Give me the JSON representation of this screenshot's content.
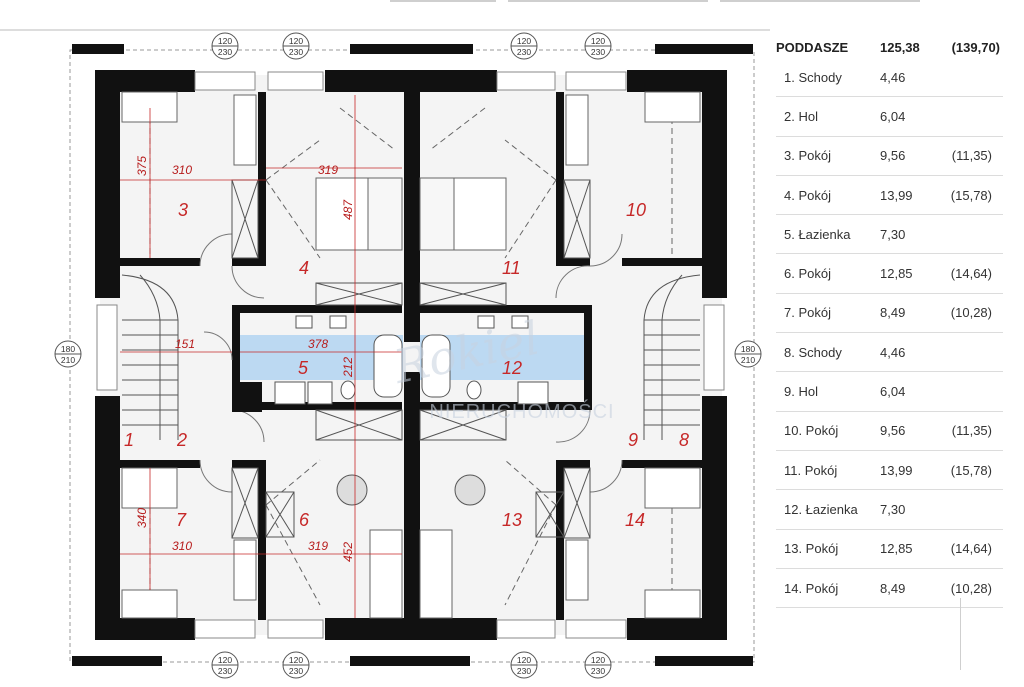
{
  "rooms_table": {
    "header": {
      "label": "PODDASZE",
      "area": "125,38",
      "area_total": "(139,70)"
    },
    "rows": [
      {
        "label": "1. Schody",
        "area": "4,46",
        "area_total": ""
      },
      {
        "label": "2. Hol",
        "area": "6,04",
        "area_total": ""
      },
      {
        "label": "3. Pokój",
        "area": "9,56",
        "area_total": "(11,35)"
      },
      {
        "label": "4. Pokój",
        "area": "13,99",
        "area_total": "(15,78)"
      },
      {
        "label": "5. Łazienka",
        "area": "7,30",
        "area_total": ""
      },
      {
        "label": "6. Pokój",
        "area": "12,85",
        "area_total": "(14,64)"
      },
      {
        "label": "7. Pokój",
        "area": "8,49",
        "area_total": "(10,28)"
      },
      {
        "label": "8. Schody",
        "area": "4,46",
        "area_total": ""
      },
      {
        "label": "9. Hol",
        "area": "6,04",
        "area_total": ""
      },
      {
        "label": "10. Pokój",
        "area": "9,56",
        "area_total": "(11,35)"
      },
      {
        "label": "11. Pokój",
        "area": "13,99",
        "area_total": "(15,78)"
      },
      {
        "label": "12. Łazienka",
        "area": "7,30",
        "area_total": ""
      },
      {
        "label": "13. Pokój",
        "area": "12,85",
        "area_total": "(14,64)"
      },
      {
        "label": "14. Pokój",
        "area": "8,49",
        "area_total": "(10,28)"
      }
    ]
  },
  "plan": {
    "room_numbers": [
      "1",
      "2",
      "3",
      "4",
      "5",
      "6",
      "7",
      "8",
      "9",
      "10",
      "11",
      "12",
      "13",
      "14"
    ],
    "dimensions": {
      "d375": "375",
      "d310": "310",
      "d319": "319",
      "d487": "487",
      "d151": "151",
      "d378": "378",
      "d212": "212",
      "d340": "340",
      "d452": "452"
    },
    "window_tags": {
      "top": "120",
      "bottom": "230",
      "side_top": "180",
      "side_bottom": "210"
    },
    "watermark": {
      "line1": "Rokiel",
      "line2": "NIERUCHOMOŚCI"
    }
  },
  "colors": {
    "wall": "#111111",
    "bath": "#bcd9f2",
    "room_number": "#c62828",
    "dimension": "#b71c1c"
  }
}
